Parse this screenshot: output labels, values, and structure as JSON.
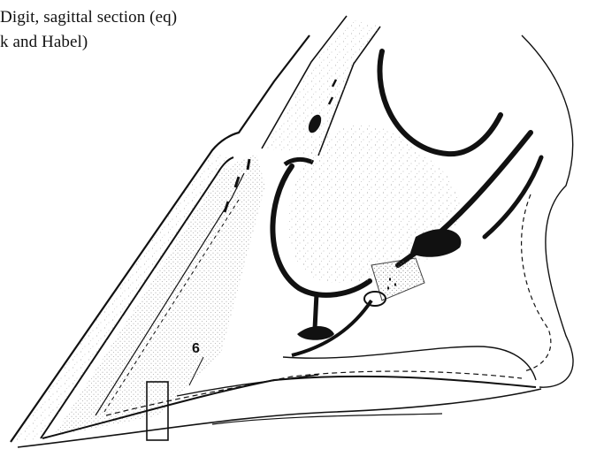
{
  "caption": {
    "line1": "Digit, sagittal section (eq)",
    "line2": "k and Habel)"
  },
  "labels": {
    "marker": "6"
  },
  "colors": {
    "ink": "#111111",
    "stipple": "#8a8a8a",
    "background": "#ffffff"
  }
}
